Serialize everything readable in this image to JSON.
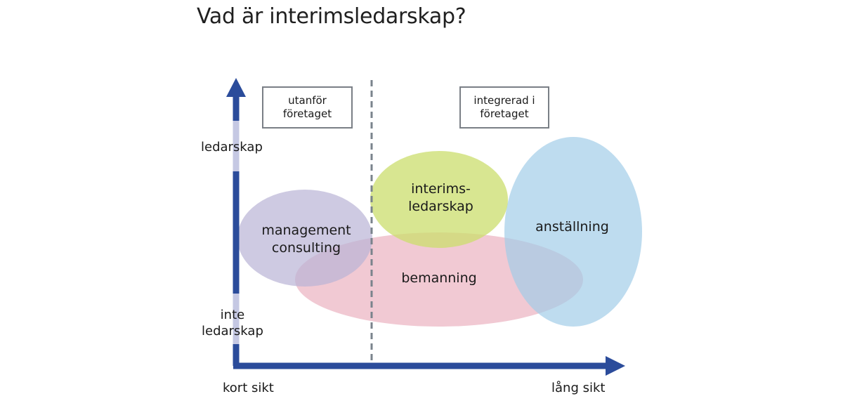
{
  "title": "Vad är interimsledarskap?",
  "axes": {
    "y_top": "ledarskap",
    "y_bottom_line1": "inte",
    "y_bottom_line2": "ledarskap",
    "x_left": "kort sikt",
    "x_right": "lång sikt"
  },
  "zones": {
    "left_line1": "utanför",
    "left_line2": "företaget",
    "right_line1": "integrerad i",
    "right_line2": "företaget"
  },
  "ellipses": {
    "management_consulting_line1": "management",
    "management_consulting_line2": "consulting",
    "interim_line1": "interims-",
    "interim_line2": "ledarskap",
    "bemanning": "bemanning",
    "anstallning": "anställning"
  },
  "colors": {
    "axis": "#2b4c9b",
    "axis_light": "#c5c8e3",
    "divider": "#7a838c",
    "management_consulting": "#b9b4d6",
    "interim": "#cbde6c",
    "bemanning": "#eaafbe",
    "anstallning": "#9fcbe8"
  }
}
